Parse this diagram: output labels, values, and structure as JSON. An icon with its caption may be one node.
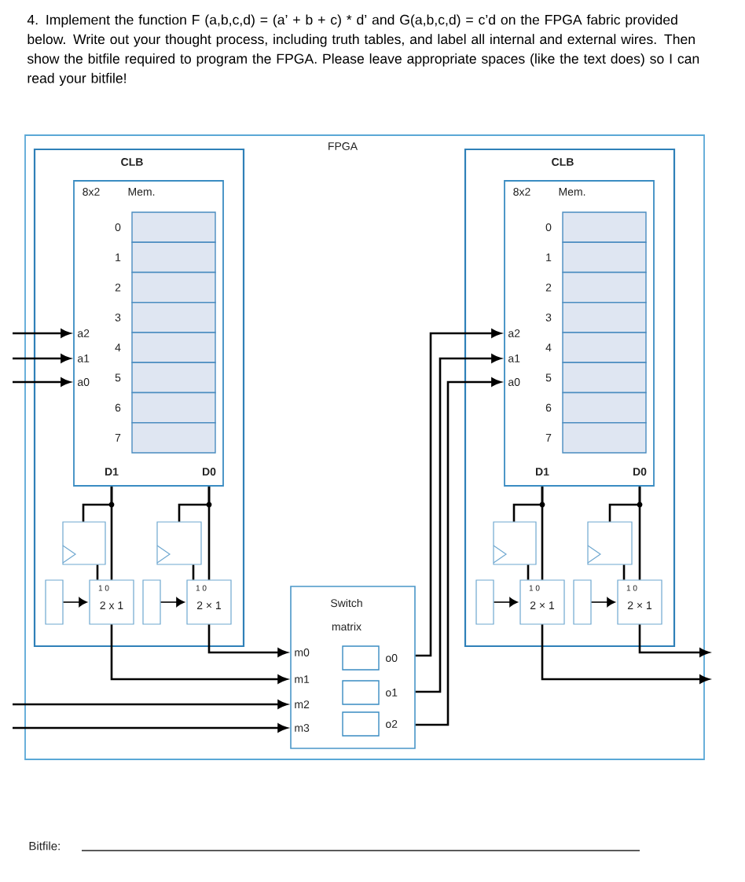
{
  "diagram": {
    "title": "4. Implement the function F (a,b,c,d) = (a’ + b + c) * d’ and G(a,b,c,d) = c’d on the FPGA fabric provided below. Write out your thought process, including truth tables, and label all internal and external wires. Then show the bitfile required to program the FPGA. Please leave appropriate spaces (like the text does) so I can read your bitfile!",
    "nodes": [
      {
        "text": [
          "FPGA"
        ]
      },
      {
        "text": [
          "CLB"
        ],
        "in": 0
      },
      {
        "text": [
          "8x2",
          "Mem.",
          "a2",
          "a1",
          "a0",
          "D1",
          "D0"
        ],
        "in": 1
      },
      {
        "text": [],
        "shape": "box",
        "beside": [
          "0"
        ],
        "in": 2
      },
      {
        "text": [],
        "shape": "box",
        "beside": [
          "1"
        ],
        "in": 2
      },
      {
        "text": [],
        "shape": "box",
        "beside": [
          "2"
        ],
        "in": 2
      },
      {
        "text": [],
        "shape": "box",
        "beside": [
          "3"
        ],
        "in": 2
      },
      {
        "text": [],
        "shape": "box",
        "beside": [
          "4"
        ],
        "in": 2
      },
      {
        "text": [],
        "shape": "box",
        "beside": [
          "5"
        ],
        "in": 2
      },
      {
        "text": [],
        "shape": "box",
        "beside": [
          "6"
        ],
        "in": 2
      },
      {
        "text": [],
        "shape": "box",
        "beside": [
          "7"
        ],
        "in": 2
      },
      {
        "text": [],
        "shape": "box",
        "in": 1
      },
      {
        "text": [],
        "shape": "box",
        "in": 1
      },
      {
        "text": [],
        "shape": "box",
        "in": 1
      },
      {
        "text": [
          "1 0",
          "2 x 1"
        ],
        "in": 1
      },
      {
        "text": [],
        "shape": "box",
        "in": 1
      },
      {
        "text": [
          "1 0",
          "2 × 1"
        ],
        "in": 1
      },
      {
        "text": [
          "CLB"
        ],
        "in": 0
      },
      {
        "text": [
          "8x2",
          "Mem.",
          "a2",
          "a1",
          "a0",
          "D1",
          "D0"
        ],
        "in": 17
      },
      {
        "text": [],
        "shape": "box",
        "beside": [
          "0"
        ],
        "in": 18
      },
      {
        "text": [],
        "shape": "box",
        "beside": [
          "1"
        ],
        "in": 18
      },
      {
        "text": [],
        "shape": "box",
        "beside": [
          "2"
        ],
        "in": 18
      },
      {
        "text": [],
        "shape": "box",
        "beside": [
          "3"
        ],
        "in": 18
      },
      {
        "text": [],
        "shape": "box",
        "beside": [
          "4"
        ],
        "in": 18
      },
      {
        "text": [],
        "shape": "box",
        "beside": [
          "5"
        ],
        "in": 18
      },
      {
        "text": [],
        "shape": "box",
        "beside": [
          "6"
        ],
        "in": 18
      },
      {
        "text": [],
        "shape": "box",
        "beside": [
          "7"
        ],
        "in": 18
      },
      {
        "text": [],
        "shape": "box",
        "in": 17
      },
      {
        "text": [],
        "shape": "box",
        "in": 17
      },
      {
        "text": [],
        "shape": "box",
        "in": 17
      },
      {
        "text": [
          "1 0",
          "2 × 1"
        ],
        "in": 17
      },
      {
        "text": [],
        "shape": "box",
        "in": 17
      },
      {
        "text": [
          "1 0",
          "2 × 1"
        ],
        "in": 17
      },
      {
        "text": [
          "Switch matrix",
          "m0",
          "m1",
          "m2",
          "m3"
        ],
        "in": 0
      },
      {
        "text": [],
        "shape": "box",
        "beside": [
          "o0"
        ],
        "in": 33
      },
      {
        "text": [],
        "shape": "box",
        "beside": [
          "o1"
        ],
        "in": 33
      },
      {
        "text": [],
        "shape": "box",
        "beside": [
          "o2"
        ],
        "in": 33
      }
    ],
    "edges": [
      {
        "from": null,
        "to": 2,
        "arrow": "to"
      },
      {
        "from": null,
        "to": 2,
        "arrow": "to"
      },
      {
        "from": null,
        "to": 2,
        "arrow": "to"
      },
      {
        "from": 2,
        "to": 11,
        "arrow": "none"
      },
      {
        "from": 2,
        "to": 14,
        "arrow": "none"
      },
      {
        "from": 11,
        "to": 14,
        "arrow": "none"
      },
      {
        "from": 13,
        "to": 14,
        "arrow": "to"
      },
      {
        "from": 2,
        "to": 12,
        "arrow": "none"
      },
      {
        "from": 2,
        "to": 16,
        "arrow": "none"
      },
      {
        "from": 12,
        "to": 16,
        "arrow": "none"
      },
      {
        "from": 15,
        "to": 16,
        "arrow": "to"
      },
      {
        "from": 16,
        "to": 33,
        "arrow": "to"
      },
      {
        "from": 14,
        "to": 33,
        "arrow": "to"
      },
      {
        "from": null,
        "to": 33,
        "arrow": "to"
      },
      {
        "from": null,
        "to": 33,
        "arrow": "to"
      },
      {
        "from": 33,
        "to": 18,
        "arrow": "to"
      },
      {
        "from": 33,
        "to": 18,
        "arrow": "to"
      },
      {
        "from": 33,
        "to": 18,
        "arrow": "to"
      },
      {
        "from": 18,
        "to": 27,
        "arrow": "none"
      },
      {
        "from": 18,
        "to": 30,
        "arrow": "none"
      },
      {
        "from": 27,
        "to": 30,
        "arrow": "none"
      },
      {
        "from": 29,
        "to": 30,
        "arrow": "to"
      },
      {
        "from": 18,
        "to": 28,
        "arrow": "none"
      },
      {
        "from": 18,
        "to": 32,
        "arrow": "none"
      },
      {
        "from": 28,
        "to": 32,
        "arrow": "none"
      },
      {
        "from": 31,
        "to": 32,
        "arrow": "to"
      },
      {
        "from": 30,
        "to": null,
        "arrow": "to"
      },
      {
        "from": 32,
        "to": null,
        "arrow": "to"
      }
    ],
    "labels": [
      "Bitfile:"
    ]
  }
}
